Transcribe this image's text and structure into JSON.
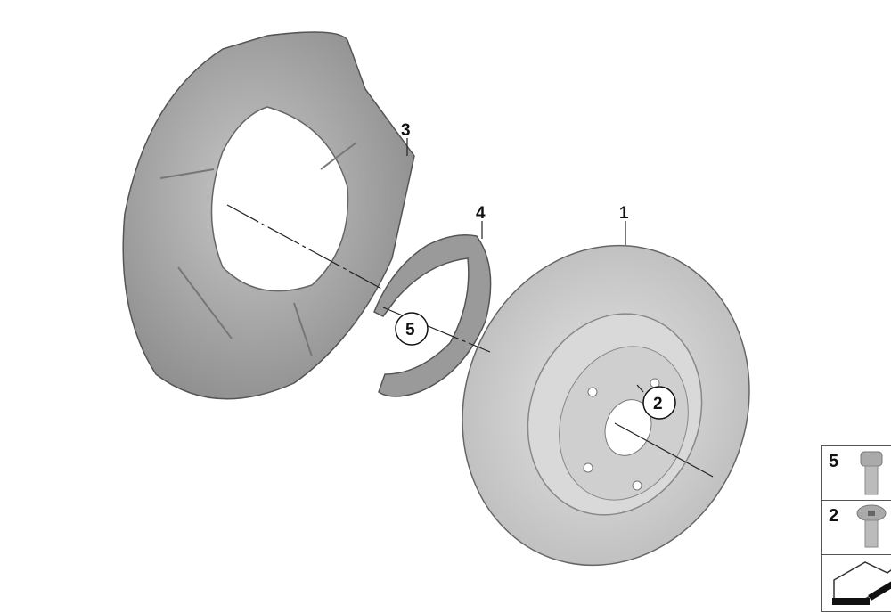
{
  "diagram": {
    "callouts": [
      {
        "id": "1",
        "label": "1",
        "part": "brake-disc",
        "circled": false
      },
      {
        "id": "2",
        "label": "2",
        "part": "disc-screw",
        "circled": true
      },
      {
        "id": "3",
        "label": "3",
        "part": "protection-plate",
        "circled": false
      },
      {
        "id": "4",
        "label": "4",
        "part": "brake-shoe-set",
        "circled": false
      },
      {
        "id": "5",
        "label": "5",
        "part": "hex-bolt",
        "circled": true
      }
    ],
    "legend": [
      {
        "label": "5",
        "icon": "hex-bolt-icon"
      },
      {
        "label": "2",
        "icon": "countersunk-screw-icon"
      },
      {
        "label": "",
        "icon": "arrow-icon"
      }
    ]
  }
}
